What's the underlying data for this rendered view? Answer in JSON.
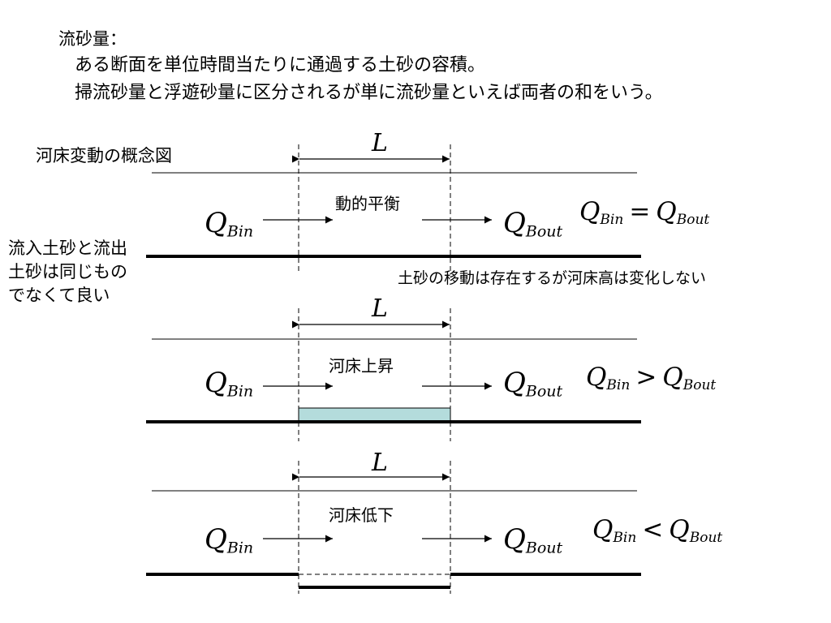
{
  "definition": {
    "title": "流砂量：",
    "line1": "ある断面を単位時間当たりに通過する土砂の容積。",
    "line2": "掃流砂量と浮遊砂量に区分されるが単に流砂量といえば両者の和をいう。"
  },
  "diagram": {
    "title": "河床変動の概念図",
    "side_note": "流入土砂と流出土砂は同じものでなくて良い",
    "note": "土砂の移動は存在するが河床高は変化しない",
    "length_symbol": "L",
    "q_symbol": "Q",
    "q_in_sub": "Bin",
    "q_out_sub": "Bout",
    "states": [
      {
        "label": "動的平衡",
        "relation": "=",
        "bed_change": "none"
      },
      {
        "label": "河床上昇",
        "relation": ">",
        "bed_change": "rise"
      },
      {
        "label": "河床低下",
        "relation": "<",
        "bed_change": "fall"
      }
    ],
    "deposit_color": "#b4dcdc"
  }
}
